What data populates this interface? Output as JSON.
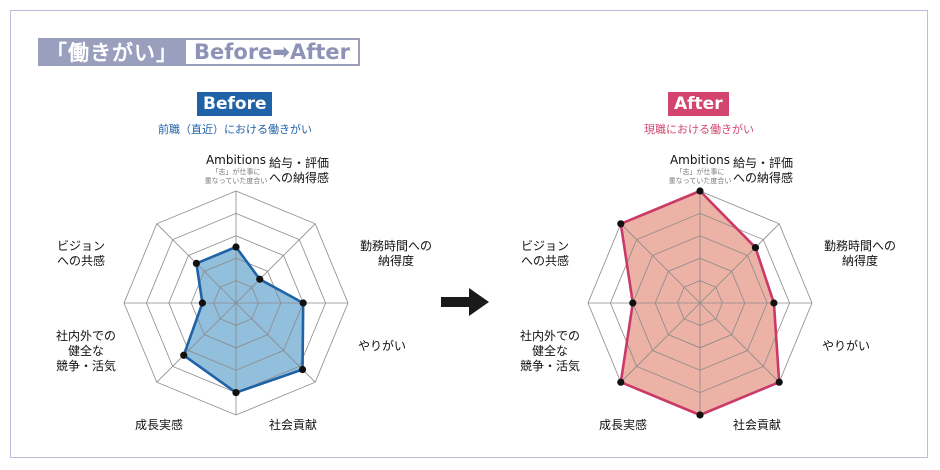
{
  "header": {
    "title_main": "「働きがい」",
    "title_sub": "Before➡After"
  },
  "panels": {
    "before": {
      "label": "Before",
      "subtitle": "前職（直近）における働きがい"
    },
    "after": {
      "label": "After",
      "subtitle": "現職における働きがい"
    }
  },
  "axis_labels": [
    {
      "text": "Ambitions",
      "note": "「志」が仕事に重なっていた度合い"
    },
    {
      "text": "給与・評価への納得感"
    },
    {
      "text": "勤務時間への納得度"
    },
    {
      "text": "やりがい"
    },
    {
      "text": "社会貢献"
    },
    {
      "text": "成長実感"
    },
    {
      "text": "社内外での健全な競争・活気"
    },
    {
      "text": "ビジョンへの共感"
    }
  ],
  "colors": {
    "before_line": "#1f62a7",
    "before_fill": "#7fb4d6",
    "after_line": "#c93a67",
    "after_fill": "#e9a596",
    "grid": "#8a8a8a",
    "frame": "#b8bfd6",
    "title_bg": "#9a9fbe",
    "arrow": "#1a1a1a"
  },
  "icons": {
    "transition_arrow": "right-arrow-icon"
  },
  "chart_data": [
    {
      "type": "radar",
      "name": "Before",
      "max": 5,
      "rings": 5,
      "axes": [
        "Ambitions",
        "給与・評価への納得感",
        "勤務時間への納得度",
        "やりがい",
        "社会貢献",
        "成長実感",
        "社内外での健全な競争・活気",
        "ビジョンへの共感"
      ],
      "values": [
        2.5,
        1.5,
        3.0,
        4.2,
        4.0,
        3.3,
        1.5,
        2.5
      ]
    },
    {
      "type": "radar",
      "name": "After",
      "max": 5,
      "rings": 5,
      "axes": [
        "Ambitions",
        "給与・評価への納得感",
        "勤務時間への納得度",
        "やりがい",
        "社会貢献",
        "成長実感",
        "社内外での健全な競争・活気",
        "ビジョンへの共感"
      ],
      "values": [
        5.0,
        3.5,
        3.3,
        5.0,
        5.0,
        5.0,
        3.0,
        5.0
      ]
    }
  ]
}
